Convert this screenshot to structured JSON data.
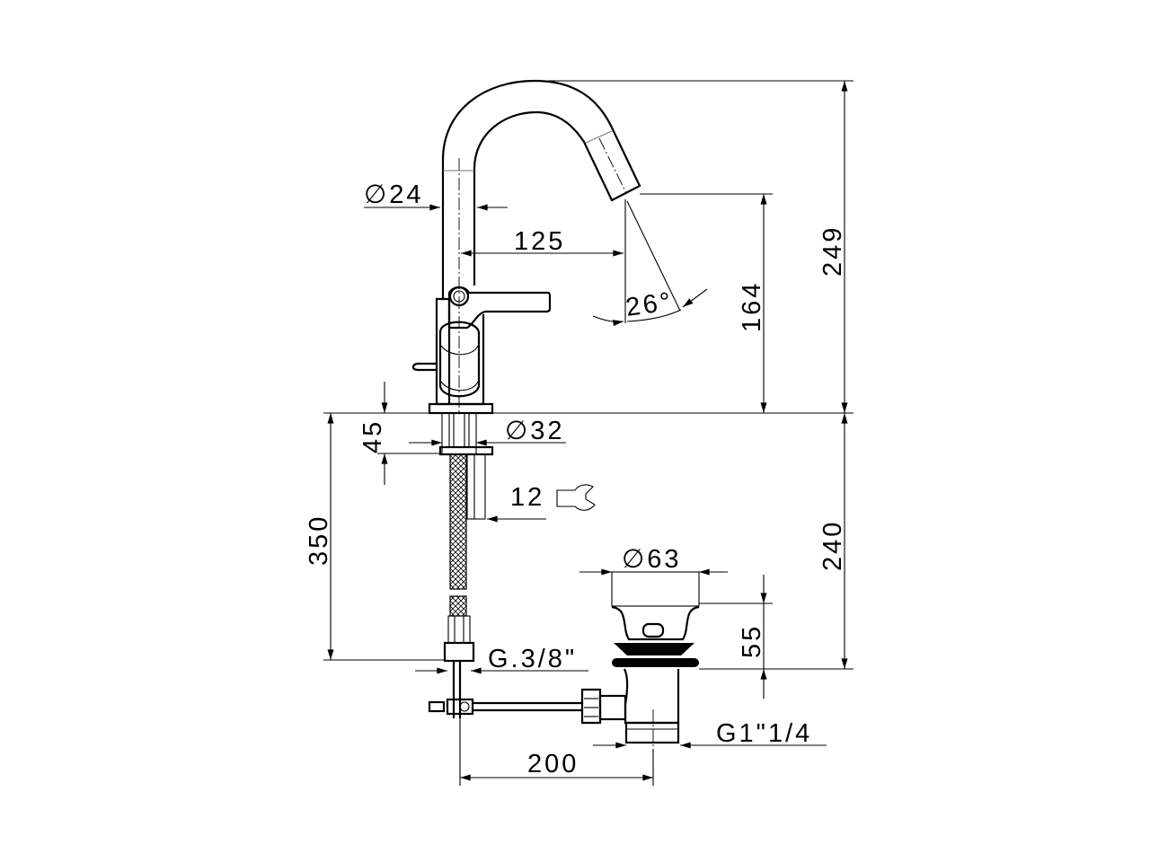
{
  "drawing": {
    "dimensions": {
      "spout_diameter": "∅24",
      "spout_reach": "125",
      "spout_angle": "26°",
      "spout_height": "164",
      "total_height": "249",
      "base_thickness": "45",
      "base_diameter": "∅32",
      "wrench_size": "12",
      "hose_length": "350",
      "below_counter": "240",
      "drain_diameter": "∅63",
      "drain_height": "55",
      "hose_thread": "G.3/8\"",
      "drain_thread": "G1\"1/4",
      "rod_length": "200"
    },
    "icons": [
      "wrench-icon"
    ],
    "colors": {
      "line": "#000000"
    }
  }
}
